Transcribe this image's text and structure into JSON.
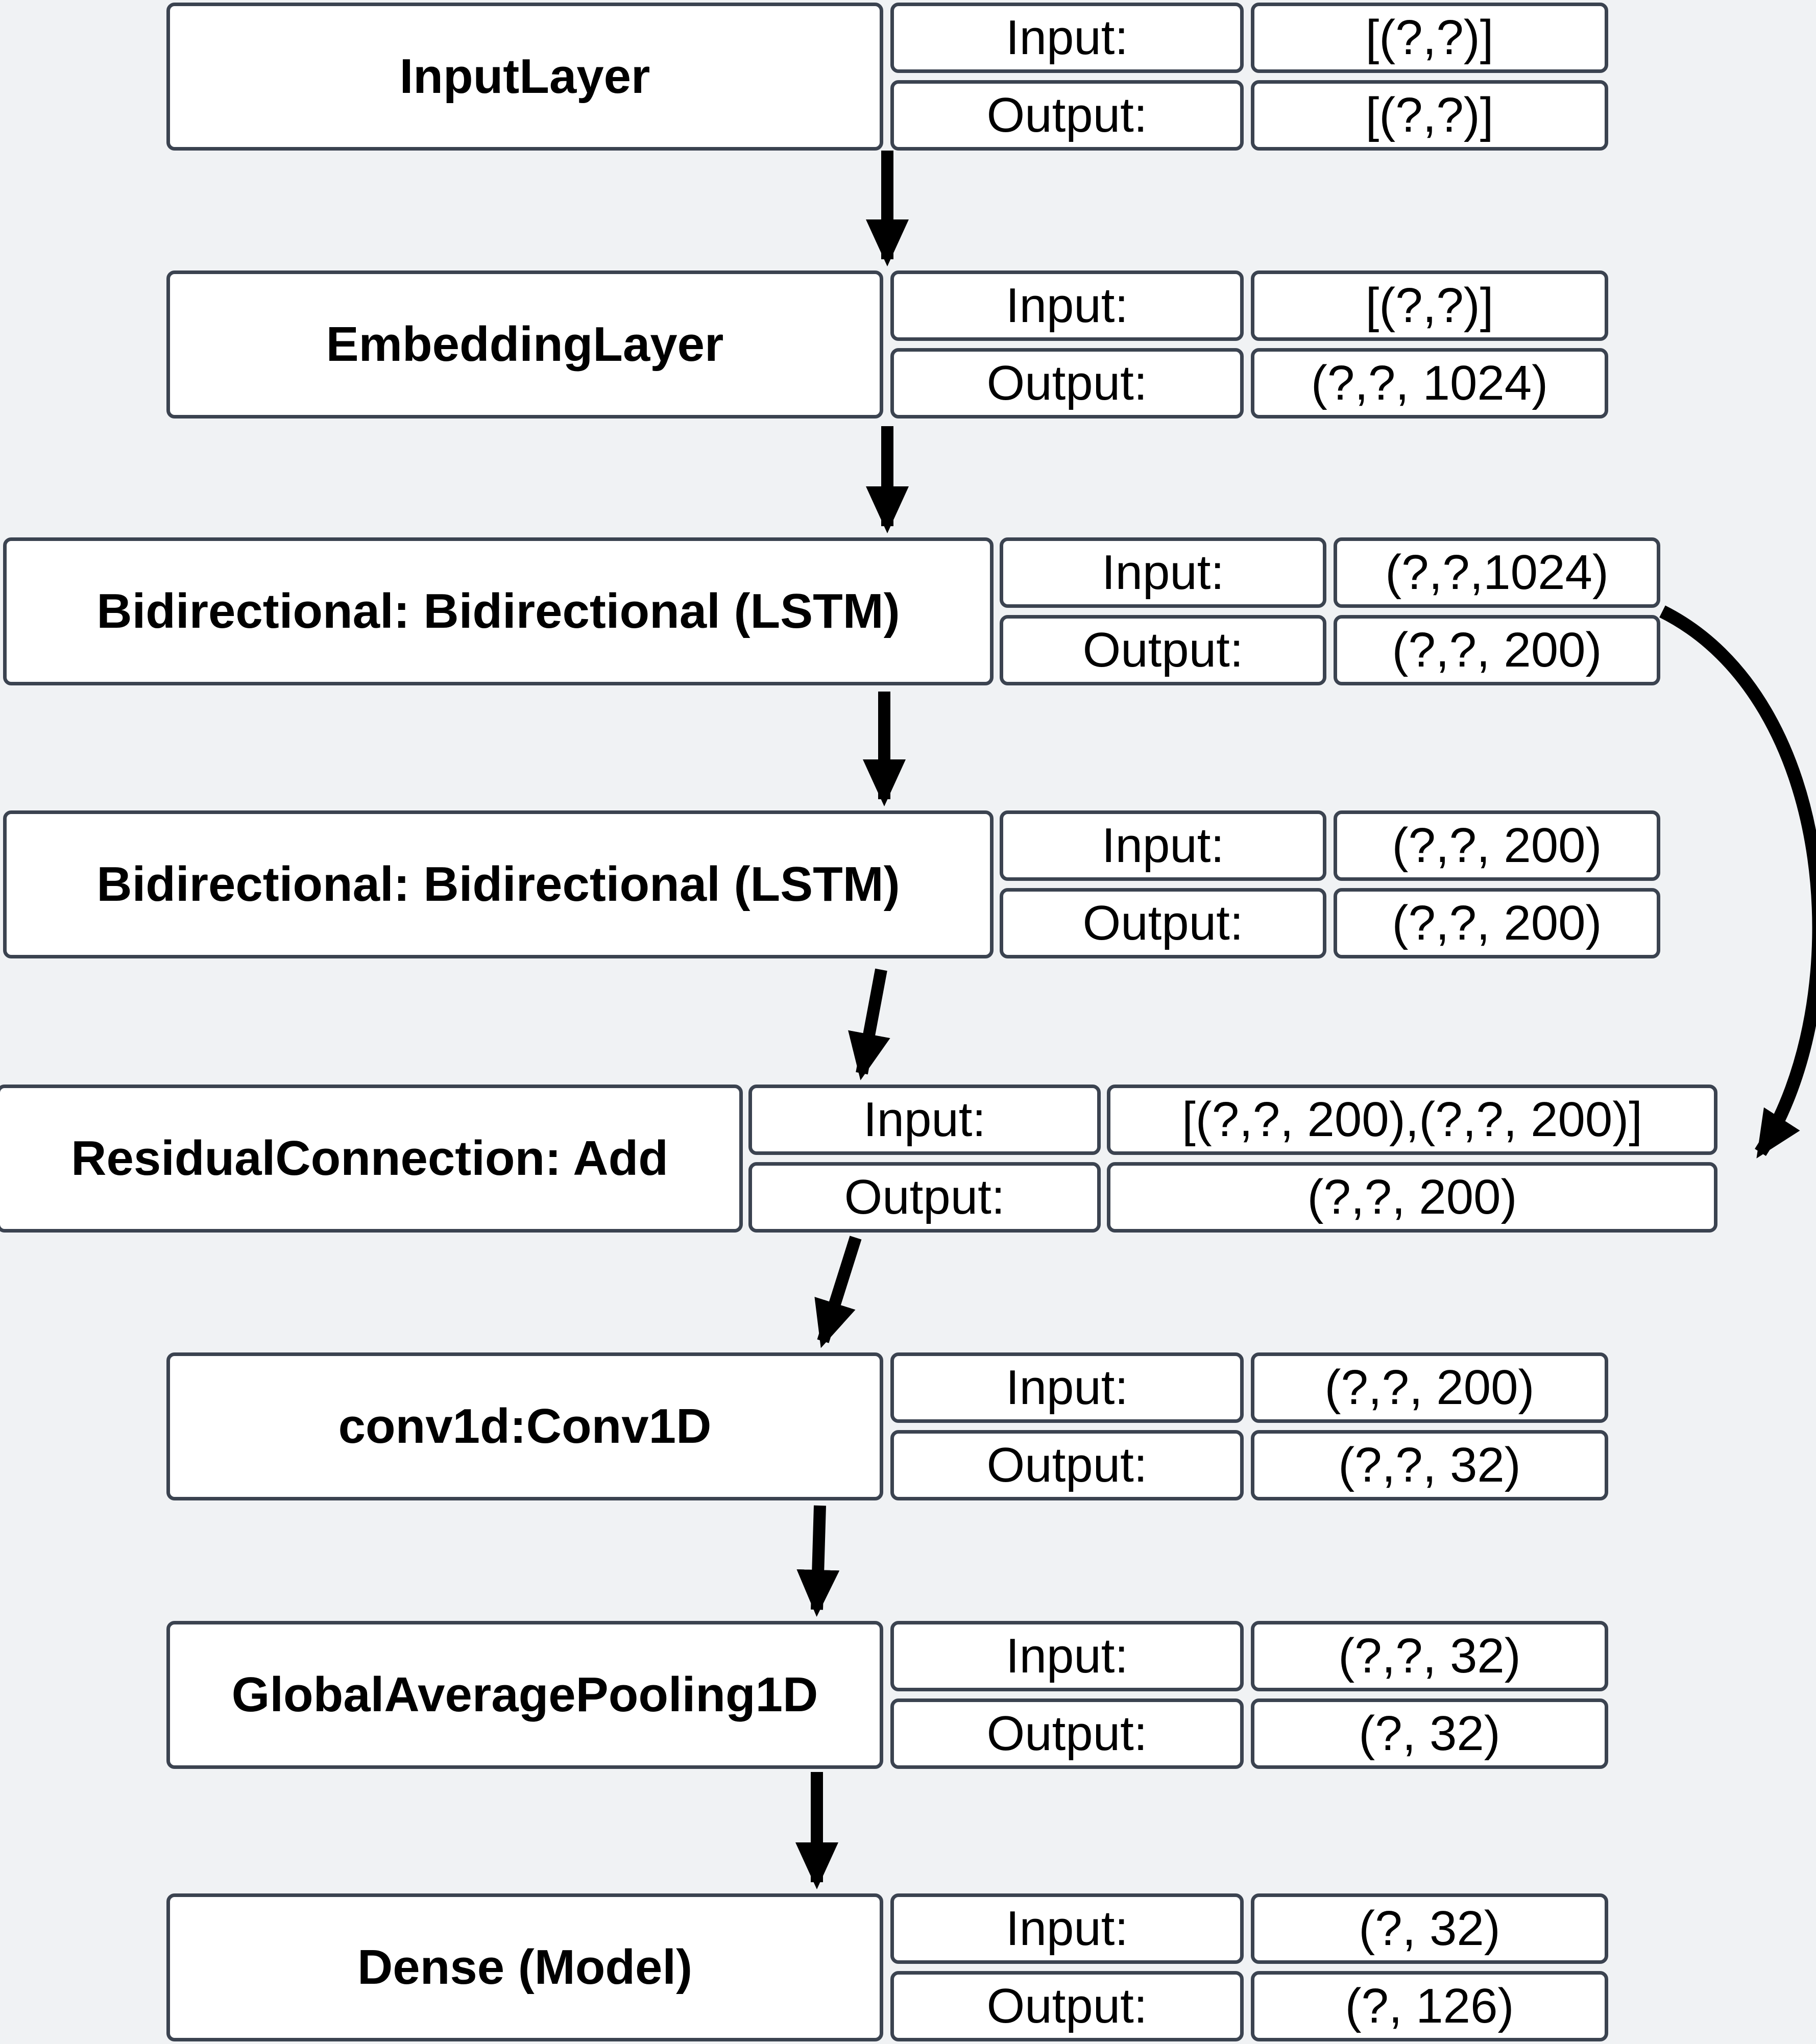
{
  "diagram": {
    "title": "model-architecture",
    "background_color": "#f0f2f4",
    "box_border_color": "#3b4350",
    "box_fill_color": "#ffffff",
    "arrow_color": "#000000",
    "labels": {
      "input": "Input:",
      "output": "Output:"
    },
    "rows": [
      {
        "label": "InputLayer",
        "input_shape": "[(?,?)]",
        "output_shape": "[(?,?)]"
      },
      {
        "label": "EmbeddingLayer",
        "input_shape": "[(?,?)]",
        "output_shape": "(?,?, 1024)"
      },
      {
        "label": "Bidirectional: Bidirectional (LSTM)",
        "input_shape": "(?,?,1024)",
        "output_shape": "(?,?, 200)"
      },
      {
        "label": "Bidirectional: Bidirectional (LSTM)",
        "input_shape": "(?,?, 200)",
        "output_shape": "(?,?, 200)"
      },
      {
        "label": "ResidualConnection: Add",
        "input_shape": "[(?,?, 200),(?,?, 200)]",
        "output_shape": "(?,?, 200)"
      },
      {
        "label": "conv1d:Conv1D",
        "input_shape": "(?,?, 200)",
        "output_shape": "(?,?, 32)"
      },
      {
        "label": "GlobalAveragePooling1D",
        "input_shape": "(?,?, 32)",
        "output_shape": "(?, 32)"
      },
      {
        "label": "Dense (Model)",
        "input_shape": "(?, 32)",
        "output_shape": "(?, 126)"
      }
    ]
  }
}
